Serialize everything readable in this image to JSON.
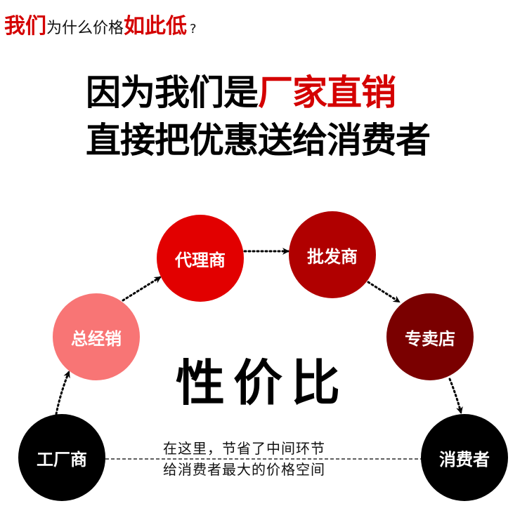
{
  "headline": {
    "part1": "我们",
    "part2": "为什么价格",
    "part3": "如此低",
    "part4": "?"
  },
  "slogan": {
    "line1_black": "因为我们是",
    "line1_red": "厂家直销",
    "line2": "直接把优惠送给消费者"
  },
  "center_title": "性价比",
  "note": {
    "line1": "在这里，节省了中间环节",
    "line2": "给消费者最大的价格空间"
  },
  "chain": [
    {
      "label": "工厂商",
      "color": "#000000"
    },
    {
      "label": "总经销",
      "color": "#f87575"
    },
    {
      "label": "代理商",
      "color": "#e20000"
    },
    {
      "label": "批发商",
      "color": "#b00000"
    },
    {
      "label": "专卖店",
      "color": "#7a0000"
    },
    {
      "label": "消费者",
      "color": "#000000"
    }
  ],
  "colors": {
    "accent_red": "#d40000",
    "text": "#000000"
  }
}
